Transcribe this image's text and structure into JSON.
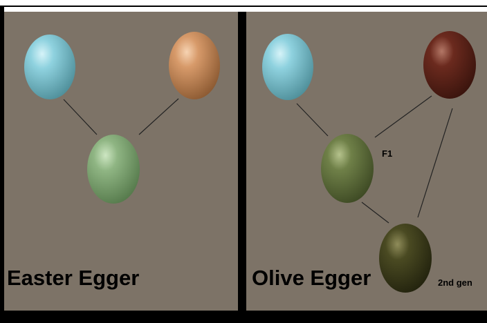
{
  "panels": {
    "left": {
      "title": "Easter Egger",
      "eggs": [
        {
          "name": "blue-egg",
          "color": "#7cc4d2"
        },
        {
          "name": "tan-egg",
          "color": "#d79a6a"
        },
        {
          "name": "green-egg",
          "color": "#8fb583"
        }
      ]
    },
    "right": {
      "title": "Olive Egger",
      "f1_label": "F1",
      "second_gen_label": "2nd gen",
      "eggs": [
        {
          "name": "blue-egg",
          "color": "#7cc4d2"
        },
        {
          "name": "brown-egg",
          "color": "#6b2a1e"
        },
        {
          "name": "olive-egg-f1",
          "color": "#6f8048"
        },
        {
          "name": "olive-egg-2nd-gen",
          "color": "#4a4a22"
        }
      ]
    }
  },
  "colors": {
    "background": "#7d7367",
    "divider": "#000000",
    "text": "#000000",
    "line": "#222222"
  }
}
